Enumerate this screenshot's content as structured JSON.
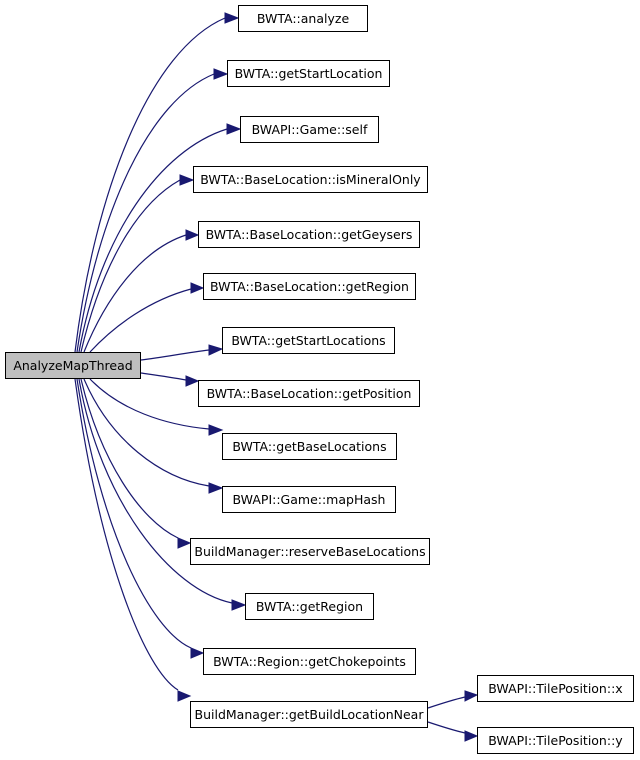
{
  "diagram": {
    "colors": {
      "edge": "#191970",
      "root_fill": "#bfbfbf",
      "node_fill": "#ffffff",
      "node_border": "#000000"
    },
    "root": {
      "label": "AnalyzeMapThread"
    },
    "nodes": [
      {
        "label": "BWTA::analyze"
      },
      {
        "label": "BWTA::getStartLocation"
      },
      {
        "label": "BWAPI::Game::self"
      },
      {
        "label": "BWTA::BaseLocation::isMineralOnly"
      },
      {
        "label": "BWTA::BaseLocation::getGeysers"
      },
      {
        "label": "BWTA::BaseLocation::getRegion"
      },
      {
        "label": "BWTA::getStartLocations"
      },
      {
        "label": "BWTA::BaseLocation::getPosition"
      },
      {
        "label": "BWTA::getBaseLocations"
      },
      {
        "label": "BWAPI::Game::mapHash"
      },
      {
        "label": "BuildManager::reserveBaseLocations"
      },
      {
        "label": "BWTA::getRegion"
      },
      {
        "label": "BWTA::Region::getChokepoints"
      },
      {
        "label": "BuildManager::getBuildLocationNear"
      },
      {
        "label": "BWAPI::TilePosition::x"
      },
      {
        "label": "BWAPI::TilePosition::y"
      }
    ]
  }
}
